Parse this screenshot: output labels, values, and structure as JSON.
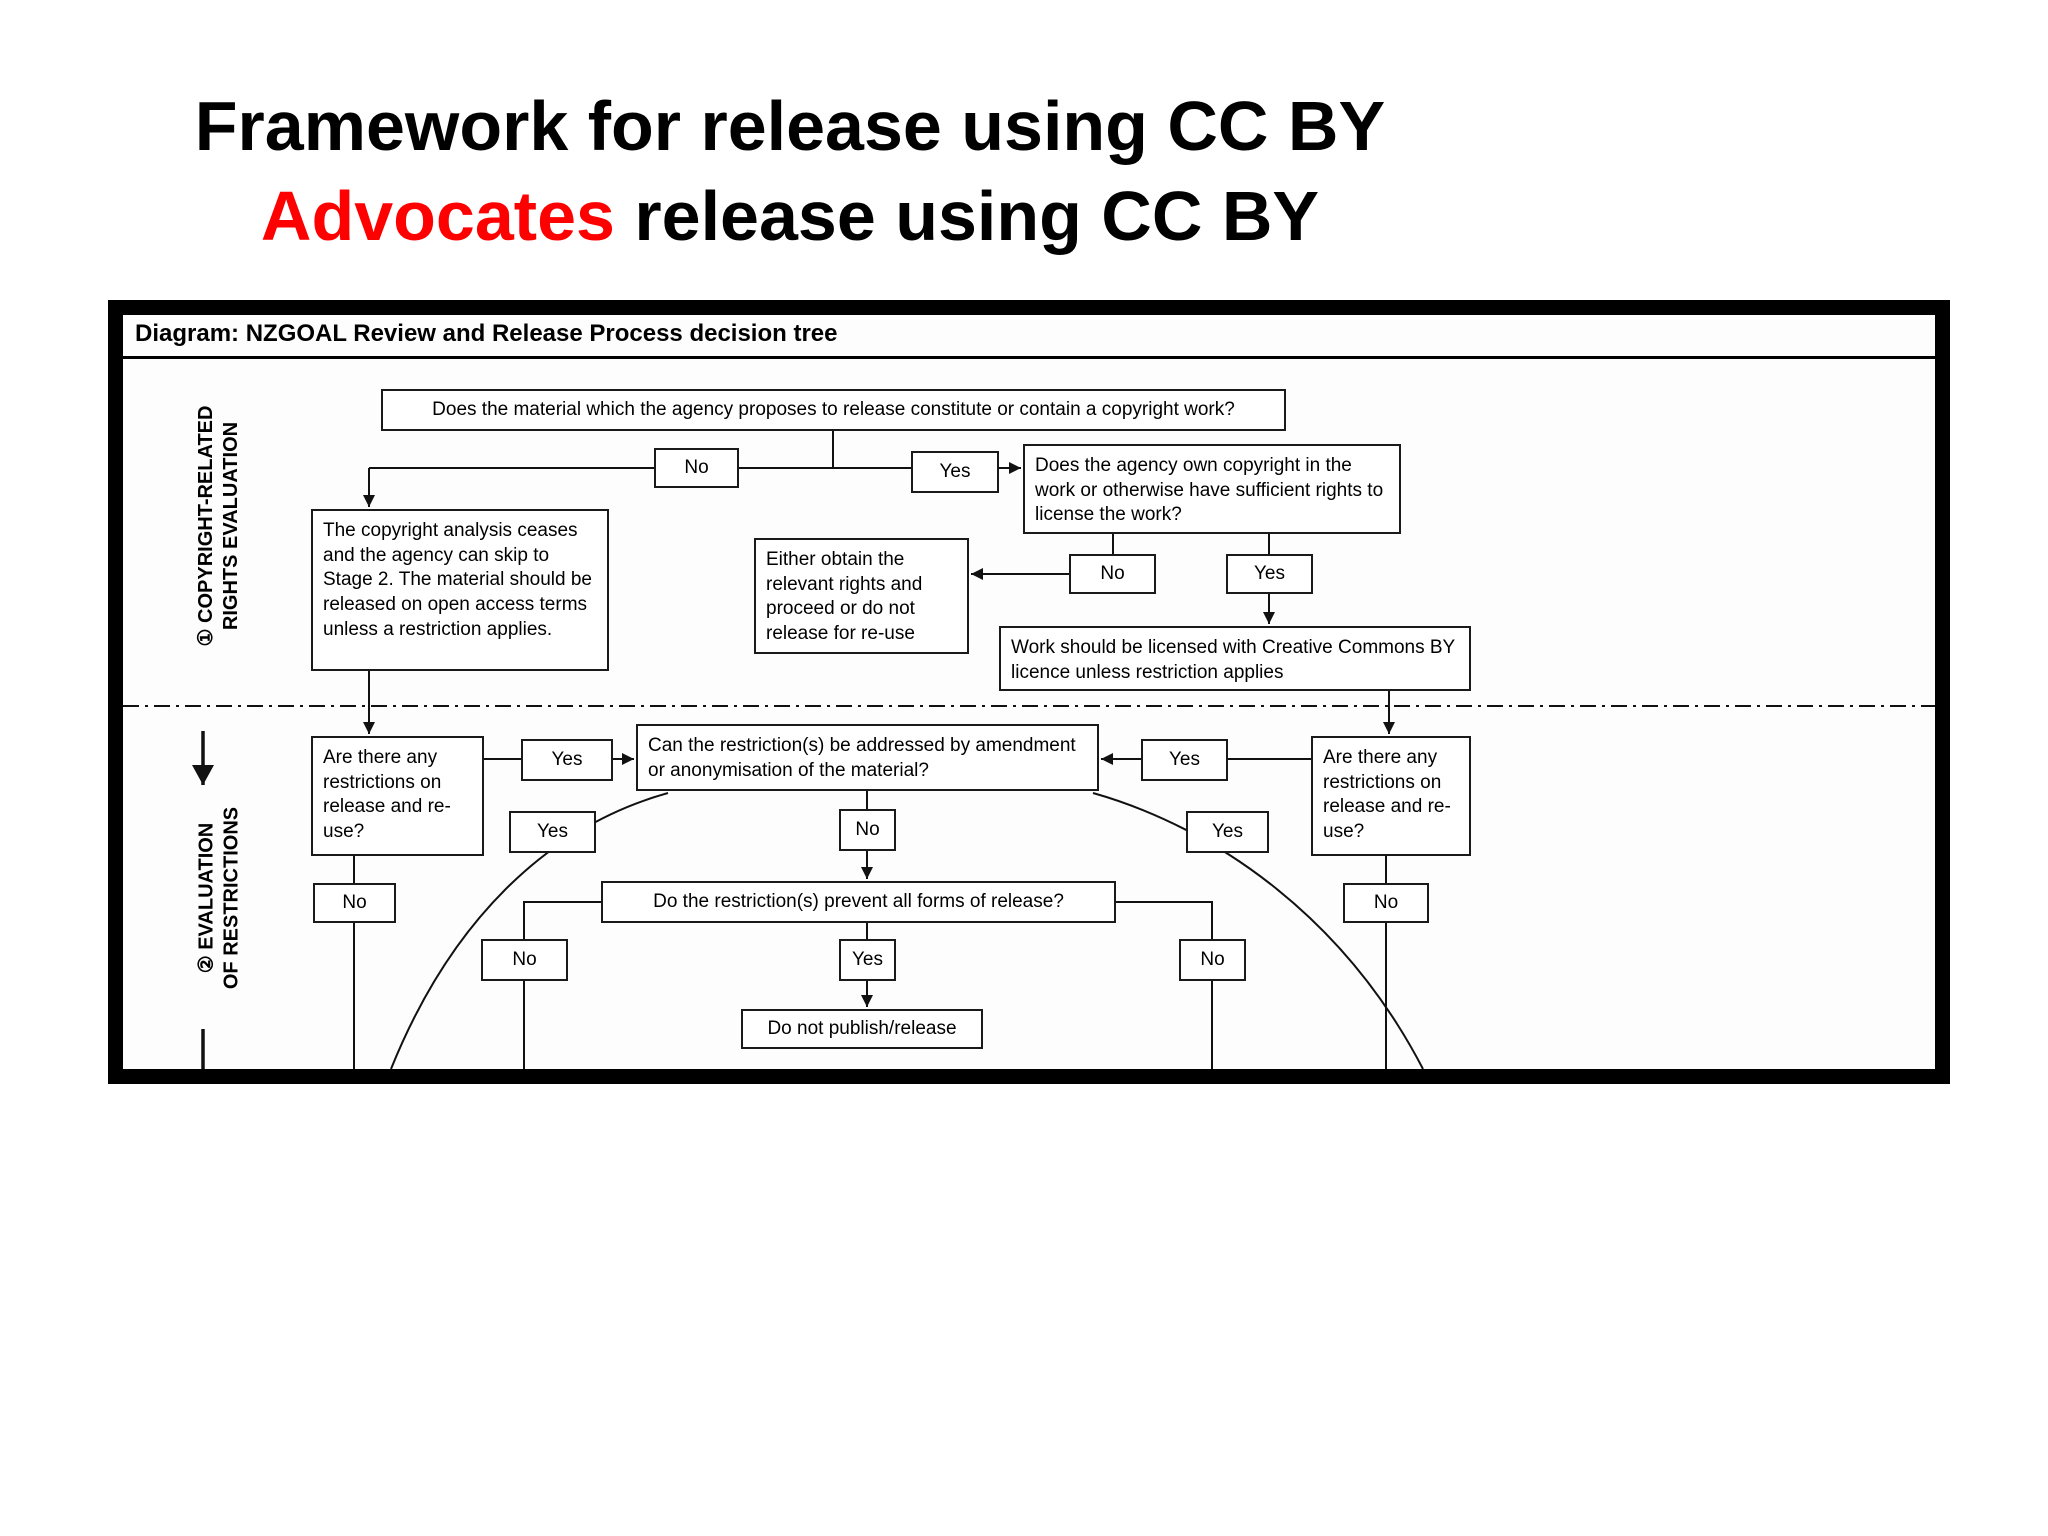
{
  "slide": {
    "title_line1": "Framework for release using CC BY",
    "title_line2_red": "Advocates",
    "title_line2_rest": " release using CC BY",
    "colors": {
      "title_accent": "#ff0000",
      "text": "#000000"
    }
  },
  "diagram": {
    "header": "Diagram: NZGOAL Review and Release Process decision tree",
    "stage1_label_line1": "① COPYRIGHT-RELATED",
    "stage1_label_line2": "RIGHTS EVALUATION",
    "stage2_label_line1": "② EVALUATION",
    "stage2_label_line2": "OF RESTRICTIONS",
    "nodes": {
      "q_copyright_work": "Does the material which the agency proposes to release constitute or contain a copyright work?",
      "no1": "No",
      "yes1": "Yes",
      "q_agency_owns": "Does the agency own copyright in the work or otherwise have sufficient rights to license the work?",
      "skip_stage2": "The copyright analysis ceases and the agency can skip to Stage 2. The material should be released on open access terms unless a restriction applies.",
      "either_obtain": "Either obtain the relevant rights and proceed or do not release for re-use",
      "no2": "No",
      "yes2": "Yes",
      "cc_by": "Work should be licensed with Creative Commons BY licence unless restriction applies",
      "restrictions_left": "Are there any restrictions on release and re-use?",
      "yes_left_1": "Yes",
      "q_addressed": "Can the restriction(s) be addressed by amendment or anonymisation of the material?",
      "yes_right_1": "Yes",
      "restrictions_right": "Are there any restrictions on release and re-use?",
      "yes_left_2": "Yes",
      "no_center": "No",
      "yes_right_2": "Yes",
      "no_left": "No",
      "q_prevent": "Do the restriction(s) prevent all forms of release?",
      "no_right": "No",
      "no_bottom_left": "No",
      "yes_bottom": "Yes",
      "no_bottom_right": "No",
      "do_not_publish": "Do not publish/release"
    }
  }
}
